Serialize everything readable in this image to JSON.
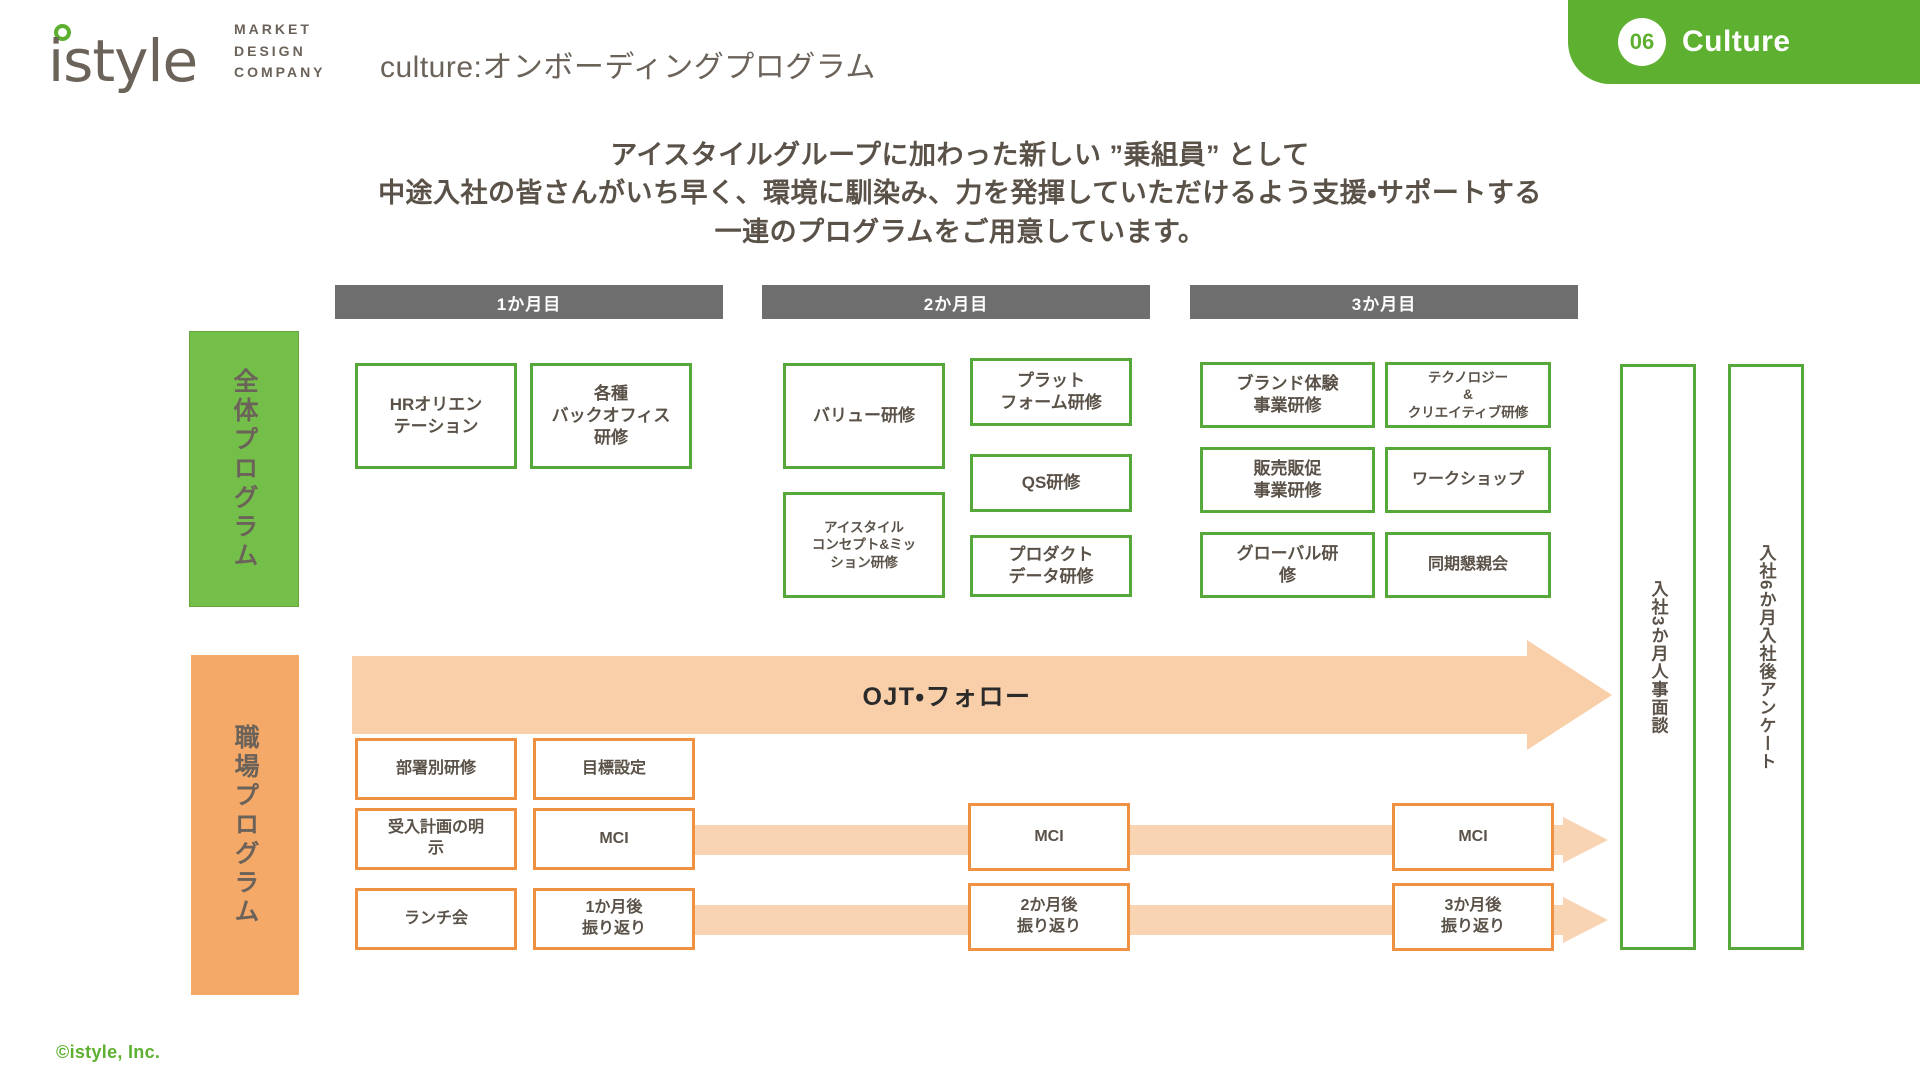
{
  "header": {
    "logo_word": "istyle",
    "logo_tagline": [
      "MARKET",
      "DESIGN",
      "COMPANY"
    ],
    "deck_title": "culture:オンボーディングプログラム",
    "badge_number": "06",
    "badge_label": "Culture"
  },
  "lead": {
    "line1": "アイスタイルグループに加わった新しい ”乗組員” として",
    "line2": "中途入社の皆さんがいち早く、環境に馴染み、力を発揮していただけるよう支援・サポートする",
    "line3": "一連のプログラムをご用意しています。"
  },
  "months": [
    {
      "label": "1か月目"
    },
    {
      "label": "2か月目"
    },
    {
      "label": "3か月目"
    }
  ],
  "rails": {
    "overall": "全体プログラム",
    "workplace": "職場プログラム"
  },
  "overall_program": {
    "month1": [
      {
        "label": "HRオリエン\nテーション"
      },
      {
        "label": "各種\nバックオフィス\n研修"
      }
    ],
    "month2": [
      {
        "label": "バリュー研修"
      },
      {
        "label": "アイスタイル\nコンセプト&ミッ\nション研修"
      },
      {
        "label": "プラット\nフォーム研修"
      },
      {
        "label": "QS研修"
      },
      {
        "label": "プロダクト\nデータ研修"
      }
    ],
    "month3": [
      {
        "label": "ブランド体験\n事業研修"
      },
      {
        "label": "販売販促\n事業研修"
      },
      {
        "label": "グローバル研\n修"
      },
      {
        "label": "テクノロジー\n&\nクリエイティブ研修"
      },
      {
        "label": "ワークショップ"
      },
      {
        "label": "同期懇親会"
      }
    ]
  },
  "workplace_program": {
    "ojt_label": "OJT・フォロー",
    "row1": [
      {
        "label": "部署別研修"
      },
      {
        "label": "目標設定"
      }
    ],
    "row2": [
      {
        "label": "受入計画の明\n示"
      },
      {
        "label": "MCI"
      },
      {
        "label": "MCI"
      },
      {
        "label": "MCI"
      }
    ],
    "row3": [
      {
        "label": "ランチ会"
      },
      {
        "label": "1か月後\n振り返り"
      },
      {
        "label": "2か月後\n振り返り"
      },
      {
        "label": "3か月後\n振り返り"
      }
    ]
  },
  "milestones": [
    {
      "label": "入社3か月人事面談"
    },
    {
      "label": "入社6か月入社後アンケート"
    }
  ],
  "footer": {
    "copyright": "©istyle, Inc."
  },
  "colors": {
    "brand_green": "#5eb130",
    "box_green": "#56a83b",
    "rail_green": "#74bf49",
    "brand_orange": "#ef9042",
    "rail_orange": "#f5a968",
    "arrow_orange": "#f9cfa9",
    "month_gray": "#6e6e6e",
    "text_brown": "#5a5248"
  }
}
